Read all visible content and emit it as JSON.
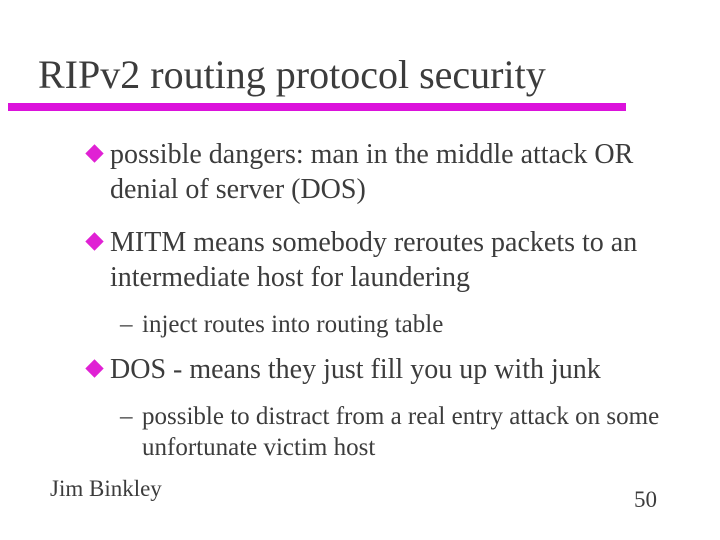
{
  "slide": {
    "title": "RIPv2 routing protocol security",
    "dash": "–",
    "bullets": [
      {
        "level": 1,
        "text": "possible dangers: man in the middle attack OR denial of server (DOS)"
      },
      {
        "level": 1,
        "text": "MITM means somebody reroutes packets to an intermediate host for laundering"
      },
      {
        "level": 2,
        "text": "inject routes into routing table"
      },
      {
        "level": 1,
        "text": "DOS - means they just fill you up with junk"
      },
      {
        "level": 2,
        "text": "possible to distract from a real entry attack on some unfortunate victim host"
      }
    ],
    "footer": {
      "author": "Jim Binkley",
      "page_number": "50"
    },
    "colors": {
      "accent_magenta": "#db12db",
      "bullet_magenta": "#e021d4",
      "text_gray": "#3c3c3c",
      "background": "#ffffff"
    }
  }
}
